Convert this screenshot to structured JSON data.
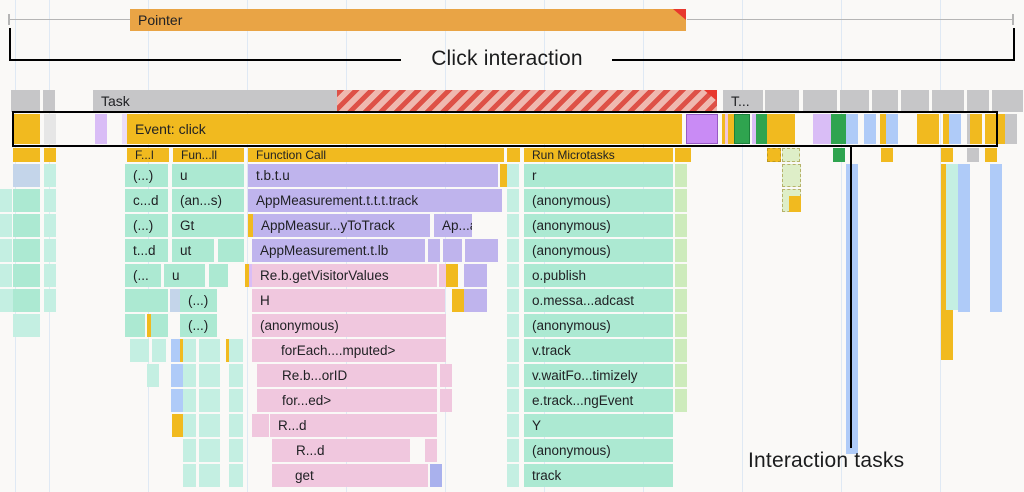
{
  "annotations": {
    "bracket_label": "Click interaction",
    "tasks_label": "Interaction tasks"
  },
  "colors": {
    "or": "#E9A445",
    "y": "#F1BA1F",
    "g": "#C6C6C8",
    "gl": "#E6E6E6",
    "m": "#ACE9D2",
    "m2": "#C4EFE2",
    "bgL": "#C4D5EA",
    "b": "#AFCBF8",
    "p": "#BFB4ED",
    "pk": "#F0C7DE",
    "pb": "#C98BF5",
    "gr": "#2FA44F",
    "ge": "#CDEBBC",
    "ol": "#DEEEC8",
    "lv": "#D9BDF6",
    "lp": "#EBDDF9",
    "pu": "#A9B1ED"
  },
  "bars": [
    [
      130,
      9,
      556,
      22,
      "or",
      "Pointer",
      "tri"
    ],
    [
      11,
      90,
      29,
      22,
      "g",
      "",
      ""
    ],
    [
      43,
      90,
      7,
      22,
      "g",
      "",
      ""
    ],
    [
      93,
      90,
      244,
      22,
      "g",
      "Task",
      ""
    ],
    [
      337,
      90,
      380,
      22,
      "hatch",
      "",
      "tri"
    ],
    [
      723,
      90,
      40,
      22,
      "g",
      "T...",
      ""
    ],
    [
      765,
      90,
      34,
      22,
      "g",
      "",
      ""
    ],
    [
      803,
      90,
      3,
      22,
      "g",
      "",
      ""
    ],
    [
      809,
      90,
      28,
      22,
      "g",
      "",
      ""
    ],
    [
      840,
      90,
      2,
      22,
      "g",
      "",
      ""
    ],
    [
      845,
      90,
      24,
      22,
      "g",
      "",
      ""
    ],
    [
      872,
      90,
      26,
      22,
      "g",
      "",
      ""
    ],
    [
      901,
      90,
      2,
      22,
      "g",
      "",
      ""
    ],
    [
      905,
      90,
      24,
      22,
      "g",
      "",
      ""
    ],
    [
      932,
      90,
      2,
      22,
      "g",
      "",
      ""
    ],
    [
      936,
      90,
      5,
      22,
      "g",
      "",
      ""
    ],
    [
      944,
      90,
      20,
      22,
      "g",
      "",
      ""
    ],
    [
      967,
      90,
      22,
      22,
      "g",
      "",
      ""
    ],
    [
      992,
      90,
      3,
      22,
      "g",
      "",
      ""
    ],
    [
      997,
      90,
      2,
      22,
      "g",
      "",
      ""
    ],
    [
      1001,
      90,
      8,
      22,
      "g",
      "",
      ""
    ],
    [
      1011,
      90,
      11,
      22,
      "g",
      "",
      ""
    ],
    [
      13,
      114,
      27,
      30,
      "y",
      "",
      ""
    ],
    [
      44,
      114,
      2,
      30,
      "gl",
      "",
      ""
    ],
    [
      95,
      114,
      2,
      30,
      "lv",
      "",
      ""
    ],
    [
      122,
      114,
      4,
      30,
      "lp",
      "",
      ""
    ],
    [
      127,
      114,
      555,
      30,
      "y",
      "Event: click",
      ""
    ],
    [
      686,
      114,
      32,
      30,
      "pb",
      "",
      "d"
    ],
    [
      722,
      114,
      2,
      30,
      "y",
      "",
      ""
    ],
    [
      725,
      114,
      2,
      30,
      "pk",
      "",
      ""
    ],
    [
      728,
      114,
      2,
      30,
      "y",
      "",
      ""
    ],
    [
      734,
      114,
      16,
      30,
      "gr",
      "",
      "gd"
    ],
    [
      752,
      114,
      2,
      30,
      "lv",
      "",
      ""
    ],
    [
      756,
      114,
      8,
      30,
      "gr",
      "",
      ""
    ],
    [
      767,
      114,
      28,
      30,
      "y",
      "",
      ""
    ],
    [
      813,
      114,
      1,
      30,
      "lv",
      "",
      ""
    ],
    [
      816,
      114,
      1,
      30,
      "lv",
      "",
      ""
    ],
    [
      819,
      114,
      1,
      30,
      "lv",
      "",
      ""
    ],
    [
      831,
      114,
      5,
      30,
      "gr",
      "",
      ""
    ],
    [
      838,
      114,
      5,
      30,
      "gr",
      "",
      ""
    ],
    [
      846,
      114,
      1,
      30,
      "b",
      "",
      ""
    ],
    [
      864,
      114,
      1,
      30,
      "b",
      "",
      ""
    ],
    [
      880,
      114,
      3,
      30,
      "y",
      "",
      ""
    ],
    [
      886,
      114,
      1,
      30,
      "b",
      "",
      ""
    ],
    [
      917,
      114,
      4,
      30,
      "y",
      "",
      ""
    ],
    [
      927,
      114,
      5,
      30,
      "y",
      "",
      ""
    ],
    [
      943,
      114,
      3,
      30,
      "y",
      "",
      ""
    ],
    [
      949,
      114,
      1,
      30,
      "b",
      "",
      ""
    ],
    [
      967,
      114,
      2,
      30,
      "g",
      "",
      ""
    ],
    [
      970,
      114,
      2,
      30,
      "y",
      "",
      ""
    ],
    [
      985,
      114,
      3,
      30,
      "y",
      "",
      ""
    ],
    [
      993,
      114,
      2,
      30,
      "y",
      "",
      ""
    ],
    [
      1000,
      114,
      3,
      30,
      "y",
      "",
      ""
    ],
    [
      1005,
      114,
      2,
      30,
      "g",
      "",
      ""
    ],
    [
      13,
      148,
      27,
      14,
      "y",
      "",
      ""
    ],
    [
      44,
      148,
      6,
      14,
      "y",
      "",
      ""
    ],
    [
      127,
      148,
      42,
      14,
      "y",
      "F...l",
      ""
    ],
    [
      173,
      148,
      71,
      14,
      "y",
      "Fun...ll",
      ""
    ],
    [
      248,
      148,
      256,
      14,
      "y",
      "Function Call",
      ""
    ],
    [
      507,
      148,
      13,
      14,
      "y",
      "",
      ""
    ],
    [
      524,
      148,
      149,
      14,
      "y",
      "Run Microtasks",
      ""
    ],
    [
      675,
      148,
      2,
      14,
      "y",
      "",
      ""
    ],
    [
      679,
      148,
      2,
      14,
      "y",
      "",
      ""
    ],
    [
      767,
      148,
      13,
      14,
      "y",
      "",
      "db"
    ],
    [
      782,
      148,
      18,
      14,
      "ol",
      "",
      "db"
    ],
    [
      833,
      148,
      2,
      14,
      "gr",
      "",
      ""
    ],
    [
      881,
      148,
      3,
      14,
      "y",
      "",
      ""
    ],
    [
      941,
      148,
      3,
      14,
      "y",
      "",
      ""
    ],
    [
      967,
      148,
      2,
      14,
      "g",
      "",
      ""
    ],
    [
      985,
      148,
      2,
      14,
      "y",
      "",
      ""
    ],
    [
      941,
      164,
      3,
      196,
      "y",
      "",
      ""
    ],
    [
      946,
      164,
      2,
      146,
      "m2",
      "",
      ""
    ],
    [
      958,
      164,
      2,
      148,
      "b",
      "",
      ""
    ],
    [
      990,
      164,
      2,
      148,
      "b",
      "",
      ""
    ],
    [
      846,
      164,
      1,
      290,
      "b",
      "",
      ""
    ],
    [
      782,
      164,
      19,
      23,
      "ol",
      "",
      "db"
    ],
    [
      782,
      189,
      19,
      23,
      "ol",
      "",
      "db"
    ],
    [
      789,
      196,
      2,
      16,
      "y",
      "",
      ""
    ],
    [
      13,
      164,
      27,
      23,
      "bgL",
      "",
      ""
    ],
    [
      44,
      164,
      5,
      23,
      "m2",
      "",
      ""
    ],
    [
      125,
      164,
      43,
      23,
      "m",
      "(...)",
      ""
    ],
    [
      172,
      164,
      72,
      23,
      "m",
      "u",
      ""
    ],
    [
      248,
      164,
      250,
      23,
      "p",
      "t.b.t.u",
      "hl2"
    ],
    [
      500,
      164,
      3,
      23,
      "y",
      "",
      ""
    ],
    [
      0,
      189,
      8,
      23,
      "m2",
      "",
      ""
    ],
    [
      13,
      189,
      27,
      23,
      "m",
      "",
      ""
    ],
    [
      44,
      189,
      5,
      23,
      "m2",
      "",
      ""
    ],
    [
      125,
      189,
      43,
      23,
      "m",
      "c...d",
      ""
    ],
    [
      172,
      189,
      72,
      23,
      "m",
      "(an...s)",
      ""
    ],
    [
      248,
      189,
      254,
      23,
      "p",
      "AppMeasurement.t.t.t.track",
      ""
    ],
    [
      0,
      214,
      8,
      23,
      "m2",
      "",
      ""
    ],
    [
      13,
      214,
      27,
      23,
      "m",
      "",
      ""
    ],
    [
      44,
      214,
      5,
      23,
      "m2",
      "",
      ""
    ],
    [
      125,
      214,
      43,
      23,
      "m",
      "(...)",
      ""
    ],
    [
      172,
      214,
      72,
      23,
      "m",
      "Gt",
      ""
    ],
    [
      248,
      214,
      3,
      23,
      "y",
      "",
      ""
    ],
    [
      253,
      214,
      177,
      23,
      "p",
      "AppMeasur...yToTrack",
      ""
    ],
    [
      434,
      214,
      38,
      23,
      "p",
      "Ap...a",
      ""
    ],
    [
      0,
      239,
      8,
      23,
      "m2",
      "",
      ""
    ],
    [
      13,
      239,
      27,
      23,
      "m",
      "",
      ""
    ],
    [
      44,
      239,
      5,
      23,
      "m2",
      "",
      ""
    ],
    [
      125,
      239,
      43,
      23,
      "m",
      "t...d",
      ""
    ],
    [
      172,
      239,
      42,
      23,
      "m",
      "ut",
      ""
    ],
    [
      218,
      239,
      26,
      23,
      "m",
      "",
      ""
    ],
    [
      252,
      239,
      173,
      23,
      "p",
      "AppMeasurement.t.lb",
      ""
    ],
    [
      428,
      239,
      12,
      23,
      "p",
      "",
      ""
    ],
    [
      443,
      239,
      19,
      23,
      "p",
      "",
      ""
    ],
    [
      465,
      239,
      33,
      23,
      "p",
      "",
      ""
    ],
    [
      0,
      264,
      8,
      23,
      "m2",
      "",
      ""
    ],
    [
      13,
      264,
      27,
      23,
      "m",
      "",
      "hl"
    ],
    [
      44,
      264,
      5,
      23,
      "m2",
      "",
      ""
    ],
    [
      125,
      264,
      36,
      23,
      "m",
      "(...",
      ""
    ],
    [
      164,
      264,
      41,
      23,
      "m",
      "u",
      ""
    ],
    [
      209,
      264,
      19,
      23,
      "m",
      "",
      ""
    ],
    [
      245,
      264,
      3,
      23,
      "y",
      "",
      ""
    ],
    [
      249,
      264,
      2,
      23,
      "lv",
      "",
      ""
    ],
    [
      252,
      264,
      185,
      23,
      "pk",
      "Re.b.getVisitorValues",
      "hl2"
    ],
    [
      439,
      264,
      6,
      23,
      "pk",
      "",
      ""
    ],
    [
      446,
      264,
      3,
      23,
      "y",
      "",
      ""
    ],
    [
      464,
      264,
      23,
      23,
      "p",
      "",
      ""
    ],
    [
      0,
      289,
      3,
      23,
      "m2",
      "",
      ""
    ],
    [
      5,
      289,
      3,
      23,
      "m2",
      "",
      ""
    ],
    [
      13,
      289,
      27,
      23,
      "m",
      "",
      "hl"
    ],
    [
      44,
      289,
      5,
      23,
      "m2",
      "",
      ""
    ],
    [
      125,
      289,
      43,
      23,
      "m",
      "",
      ""
    ],
    [
      170,
      289,
      7,
      23,
      "bgL",
      "",
      ""
    ],
    [
      180,
      289,
      37,
      23,
      "m",
      "(...)",
      ""
    ],
    [
      252,
      289,
      193,
      23,
      "pk",
      "H",
      "hl2"
    ],
    [
      452,
      289,
      2,
      23,
      "y",
      "",
      ""
    ],
    [
      464,
      289,
      23,
      23,
      "p",
      "",
      ""
    ],
    [
      13,
      314,
      27,
      23,
      "m2",
      "",
      "hl"
    ],
    [
      125,
      314,
      20,
      23,
      "m",
      "",
      "hl"
    ],
    [
      147,
      314,
      2,
      23,
      "y",
      "",
      ""
    ],
    [
      151,
      314,
      17,
      23,
      "m",
      "",
      ""
    ],
    [
      180,
      314,
      37,
      23,
      "m",
      "(...)",
      ""
    ],
    [
      252,
      314,
      194,
      23,
      "pk",
      "(anonymous)",
      "hl2"
    ],
    [
      130,
      339,
      19,
      23,
      "m2",
      "",
      "hl"
    ],
    [
      152,
      339,
      14,
      23,
      "m2",
      "",
      "hl"
    ],
    [
      171,
      339,
      1,
      23,
      "b",
      "",
      ""
    ],
    [
      180,
      339,
      2,
      23,
      "y",
      "",
      ""
    ],
    [
      183,
      339,
      13,
      23,
      "m2",
      "",
      "hl"
    ],
    [
      199,
      339,
      21,
      23,
      "m2",
      "",
      "hl"
    ],
    [
      226,
      339,
      2,
      23,
      "y",
      "",
      ""
    ],
    [
      229,
      339,
      14,
      23,
      "m2",
      "",
      "hl"
    ],
    [
      252,
      339,
      7,
      23,
      "pk",
      "",
      ""
    ],
    [
      262,
      339,
      7,
      23,
      "pk",
      "",
      ""
    ],
    [
      273,
      339,
      173,
      23,
      "pk",
      "forEach....mputed>",
      "hl2"
    ],
    [
      147,
      364,
      2,
      23,
      "m2",
      "",
      ""
    ],
    [
      171,
      364,
      1,
      23,
      "b",
      "",
      ""
    ],
    [
      183,
      364,
      13,
      23,
      "m2",
      "",
      "hl"
    ],
    [
      199,
      364,
      21,
      23,
      "m2",
      "",
      "hl"
    ],
    [
      229,
      364,
      14,
      23,
      "m2",
      "",
      "hl"
    ],
    [
      257,
      364,
      3,
      23,
      "pk",
      "",
      ""
    ],
    [
      262,
      364,
      8,
      23,
      "pk",
      "",
      ""
    ],
    [
      274,
      364,
      163,
      23,
      "pk",
      "Re.b...orID",
      "hl2"
    ],
    [
      440,
      364,
      6,
      23,
      "pk",
      "",
      ""
    ],
    [
      171,
      389,
      1,
      23,
      "b",
      "",
      ""
    ],
    [
      183,
      389,
      13,
      23,
      "m2",
      "",
      "hl"
    ],
    [
      199,
      389,
      21,
      23,
      "m2",
      "",
      "hl"
    ],
    [
      229,
      389,
      14,
      23,
      "m2",
      "",
      "hl"
    ],
    [
      257,
      389,
      3,
      23,
      "pk",
      "",
      ""
    ],
    [
      262,
      389,
      8,
      23,
      "pk",
      "",
      ""
    ],
    [
      274,
      389,
      163,
      23,
      "pk",
      "for...ed>",
      "hl2"
    ],
    [
      440,
      389,
      6,
      23,
      "pk",
      "",
      ""
    ],
    [
      172,
      414,
      2,
      23,
      "y",
      "",
      ""
    ],
    [
      183,
      414,
      13,
      23,
      "m2",
      "",
      "hl"
    ],
    [
      199,
      414,
      21,
      23,
      "m2",
      "",
      "hl"
    ],
    [
      229,
      414,
      14,
      23,
      "m2",
      "",
      "hl"
    ],
    [
      252,
      414,
      3,
      23,
      "pk",
      "",
      ""
    ],
    [
      257,
      414,
      9,
      23,
      "pk",
      "",
      ""
    ],
    [
      270,
      414,
      167,
      23,
      "pk",
      "R...d",
      "hl2"
    ],
    [
      183,
      439,
      13,
      23,
      "m2",
      "",
      "hl"
    ],
    [
      199,
      439,
      21,
      23,
      "m2",
      "",
      "hl"
    ],
    [
      229,
      439,
      14,
      23,
      "m2",
      "",
      "hl"
    ],
    [
      272,
      439,
      5,
      23,
      "pk",
      "",
      ""
    ],
    [
      280,
      439,
      5,
      23,
      "pk",
      "",
      ""
    ],
    [
      288,
      439,
      122,
      23,
      "pk",
      "R...d",
      "hl2"
    ],
    [
      425,
      439,
      12,
      23,
      "pk",
      "",
      ""
    ],
    [
      183,
      464,
      13,
      23,
      "m2",
      "",
      "hl"
    ],
    [
      199,
      464,
      21,
      23,
      "m2",
      "",
      "hl"
    ],
    [
      229,
      464,
      14,
      23,
      "m2",
      "",
      "hl"
    ],
    [
      272,
      464,
      5,
      23,
      "pk",
      "",
      ""
    ],
    [
      280,
      464,
      3,
      23,
      "pk",
      "",
      ""
    ],
    [
      287,
      464,
      141,
      23,
      "pk",
      "get",
      "hl2"
    ],
    [
      430,
      464,
      8,
      23,
      "pu",
      "",
      ""
    ],
    [
      507,
      164,
      12,
      23,
      "m2",
      "",
      ""
    ],
    [
      524,
      164,
      149,
      23,
      "m",
      "r",
      ""
    ],
    [
      675,
      164,
      3,
      23,
      "ge",
      "",
      ""
    ],
    [
      507,
      189,
      12,
      23,
      "m2",
      "",
      ""
    ],
    [
      524,
      189,
      149,
      23,
      "m",
      "(anonymous)",
      ""
    ],
    [
      675,
      189,
      3,
      23,
      "ge",
      "",
      ""
    ],
    [
      507,
      214,
      12,
      23,
      "m2",
      "",
      ""
    ],
    [
      524,
      214,
      149,
      23,
      "m",
      "(anonymous)",
      ""
    ],
    [
      675,
      214,
      3,
      23,
      "ge",
      "",
      ""
    ],
    [
      507,
      239,
      12,
      23,
      "m2",
      "",
      ""
    ],
    [
      524,
      239,
      149,
      23,
      "m",
      "(anonymous)",
      ""
    ],
    [
      675,
      239,
      3,
      23,
      "ge",
      "",
      ""
    ],
    [
      507,
      264,
      12,
      23,
      "m2",
      "",
      ""
    ],
    [
      524,
      264,
      149,
      23,
      "m",
      "o.publish",
      ""
    ],
    [
      675,
      264,
      3,
      23,
      "ge",
      "",
      ""
    ],
    [
      507,
      289,
      12,
      23,
      "m2",
      "",
      ""
    ],
    [
      524,
      289,
      149,
      23,
      "m",
      "o.messa...adcast",
      ""
    ],
    [
      675,
      289,
      3,
      23,
      "ge",
      "",
      ""
    ],
    [
      507,
      314,
      12,
      23,
      "m2",
      "",
      ""
    ],
    [
      524,
      314,
      149,
      23,
      "m",
      "(anonymous)",
      ""
    ],
    [
      675,
      314,
      3,
      23,
      "ge",
      "",
      ""
    ],
    [
      507,
      339,
      12,
      23,
      "m2",
      "",
      ""
    ],
    [
      524,
      339,
      149,
      23,
      "m",
      "v.track",
      ""
    ],
    [
      675,
      339,
      3,
      23,
      "ge",
      "",
      ""
    ],
    [
      507,
      364,
      12,
      23,
      "m2",
      "",
      ""
    ],
    [
      524,
      364,
      149,
      23,
      "m",
      "v.waitFo...timizely",
      ""
    ],
    [
      675,
      364,
      3,
      23,
      "ge",
      "",
      ""
    ],
    [
      507,
      389,
      12,
      23,
      "m2",
      "",
      ""
    ],
    [
      524,
      389,
      149,
      23,
      "m",
      "e.track...ngEvent",
      ""
    ],
    [
      675,
      389,
      3,
      23,
      "ge",
      "",
      ""
    ],
    [
      507,
      414,
      12,
      23,
      "m2",
      "",
      ""
    ],
    [
      524,
      414,
      149,
      23,
      "m",
      "Y",
      ""
    ],
    [
      507,
      439,
      12,
      23,
      "m2",
      "",
      ""
    ],
    [
      524,
      439,
      149,
      23,
      "m",
      "(anonymous)",
      ""
    ],
    [
      507,
      464,
      12,
      23,
      "m2",
      "",
      ""
    ],
    [
      524,
      464,
      149,
      23,
      "m",
      "track",
      ""
    ]
  ]
}
